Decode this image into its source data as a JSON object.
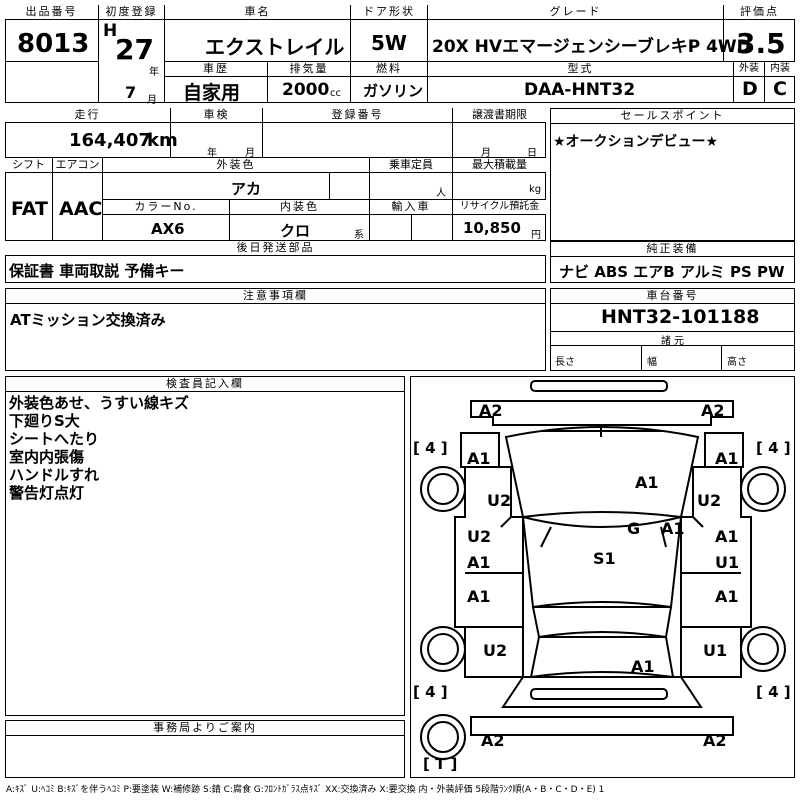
{
  "labels": {
    "lot_no": "出品番号",
    "first_reg": "初度登録",
    "car_name": "車名",
    "door": "ドア形状",
    "grade": "グレード",
    "rating": "評価点",
    "history": "車歴",
    "displacement": "排気量",
    "fuel": "燃料",
    "model": "型式",
    "exterior": "外装",
    "interior": "内装",
    "mileage": "走行",
    "inspection": "車検",
    "reg_no": "登録番号",
    "transfer": "譲渡書期限",
    "sales_point": "セールスポイント",
    "shift": "シフト",
    "aircon": "エアコン",
    "ext_color": "外装色",
    "capacity": "乗車定員",
    "max_load": "最大積載量",
    "color_no": "カラーNo.",
    "int_color": "内装色",
    "import": "輸入車",
    "recycle": "リサイクル預託金",
    "accessories": "後日発送部品",
    "factory_equip": "純正装備",
    "notes_hdr": "注意事項欄",
    "chassis_hdr": "車台番号",
    "dims": "諸元",
    "length": "長さ",
    "width": "幅",
    "height": "高さ",
    "inspector": "検査員記入欄",
    "office": "事務局よりご案内",
    "year_unit": "年",
    "month_unit": "月",
    "km_unit": "km",
    "cc_unit": "cc",
    "person_unit": "人",
    "kg_unit": "kg",
    "yen_unit": "円",
    "kei_unit": "系",
    "h_era": "H"
  },
  "values": {
    "lot_no": "8013",
    "reg_year": "27",
    "reg_month": "7",
    "car_name": "エクストレイル",
    "door": "5W",
    "grade": "20X HVエマージェンシーブレキP 4WD",
    "rating": "3.5",
    "history": "自家用",
    "displacement": "2000",
    "fuel": "ガソリン",
    "model": "DAA-HNT32",
    "exterior": "D",
    "interior": "C",
    "mileage": "164,407",
    "sales_point": "★オークションデビュー★",
    "shift": "FAT",
    "aircon": "AAC",
    "ext_color": "アカ",
    "color_no": "AX6",
    "int_color": "クロ",
    "recycle": "10,850",
    "accessories": "保証書 車両取説 予備キー",
    "factory_equip": "ナビ ABS エアB アルミ PS PW",
    "notes": "ATミッション交換済み",
    "chassis": "HNT32-101188"
  },
  "inspector_notes": [
    "外装色あせ、うすい線キズ",
    "下廻りS大",
    "シートへたり",
    "室内内張傷",
    "ハンドルすれ",
    "警告灯点灯"
  ],
  "diagram": {
    "marks": {
      "fl_bumper": "A2",
      "fr_bumper": "A2",
      "rl_bumper": "A2",
      "rr_bumper": "A2",
      "fl_fender": "A1",
      "fr_fender": "A1",
      "hood": "A1",
      "windshield_g": "G",
      "windshield_a": "A1",
      "fl_wheel": "U2",
      "fr_wheel": "U2",
      "fl_door_u": "U2",
      "fl_door_a": "A1",
      "fr_door_a": "A1",
      "fr_door_u": "U1",
      "roof": "S1",
      "rl_door": "A1",
      "rr_door": "A1",
      "rl_wheel": "U2",
      "rr_wheel": "U1",
      "trunk": "A1"
    },
    "tire_labels": [
      "4",
      "4",
      "4",
      "4"
    ],
    "spare": "T"
  },
  "legend": "A:ｷｽﾞ U:ﾍｺﾐ B:ｷｽﾞを伴うﾍｺﾐ P:要塗装 W:補修跡 S:錆 C:腐食 G:ﾌﾛﾝﾄｶﾞﾗｽ点ｷｽﾞ XX:交換済み X:要交換 内・外装評価 5段階ﾗﾝｸ順(A・B・C・D・E) 1"
}
